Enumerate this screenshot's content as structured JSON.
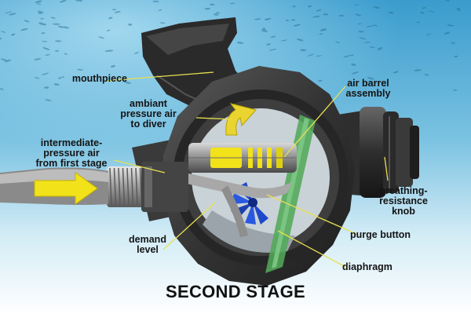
{
  "labels": {
    "mouthpiece": "mouthpiece",
    "air_barrel": "air barrel\nassembly",
    "ambient": "ambiant\npressure air\nto diver",
    "intermediate": "intermediate-\npressure air\nfrom first stage",
    "breathing_knob": "breathing-\nresistance\nknob",
    "demand_lever": "demand\nlevel",
    "purge_button": "purge button",
    "diaphragm": "diaphragm"
  },
  "title": "SECOND STAGE",
  "colors": {
    "water_top": "#3b9fd0",
    "water_bottom": "#ffffff",
    "body_dark": "#2b2b2b",
    "body_mid": "#4a4a4a",
    "interior": "#bfc8ce",
    "air_arrow": "#f2e21a",
    "diaphragm": "#52a85a",
    "valve_blue": "#1f48c9",
    "leader_line": "#e8e050"
  }
}
